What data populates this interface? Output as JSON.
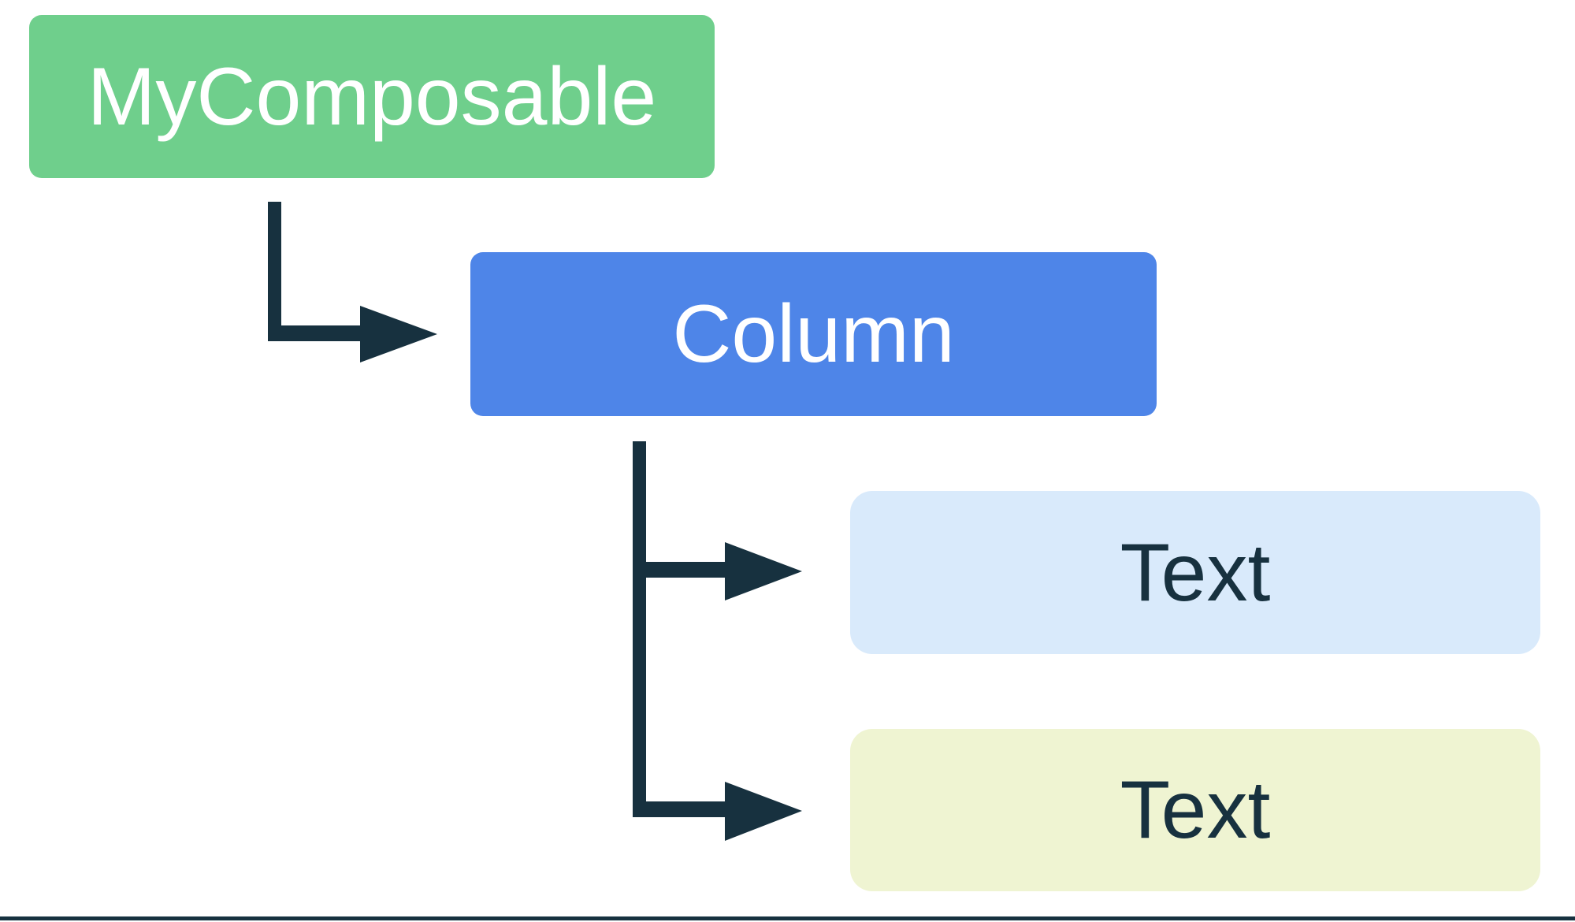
{
  "diagram": {
    "title": "composable-hierarchy",
    "nodes": {
      "mycomposable": {
        "label": "MyComposable",
        "bg": "#6FCF8C",
        "text_color": "#FFFFFF"
      },
      "column": {
        "label": "Column",
        "bg": "#4E85E8",
        "text_color": "#FFFFFF"
      },
      "text1": {
        "label": "Text",
        "bg": "#D9EAFB",
        "text_color": "#17313F"
      },
      "text2": {
        "label": "Text",
        "bg": "#EFF4D2",
        "text_color": "#17313F"
      }
    },
    "edges": [
      {
        "from": "mycomposable",
        "to": "column"
      },
      {
        "from": "column",
        "to": "text1"
      },
      {
        "from": "column",
        "to": "text2"
      }
    ],
    "colors": {
      "arrow": "#17313F",
      "background": "#FFFFFF",
      "bottom_border": "#17313F"
    }
  }
}
